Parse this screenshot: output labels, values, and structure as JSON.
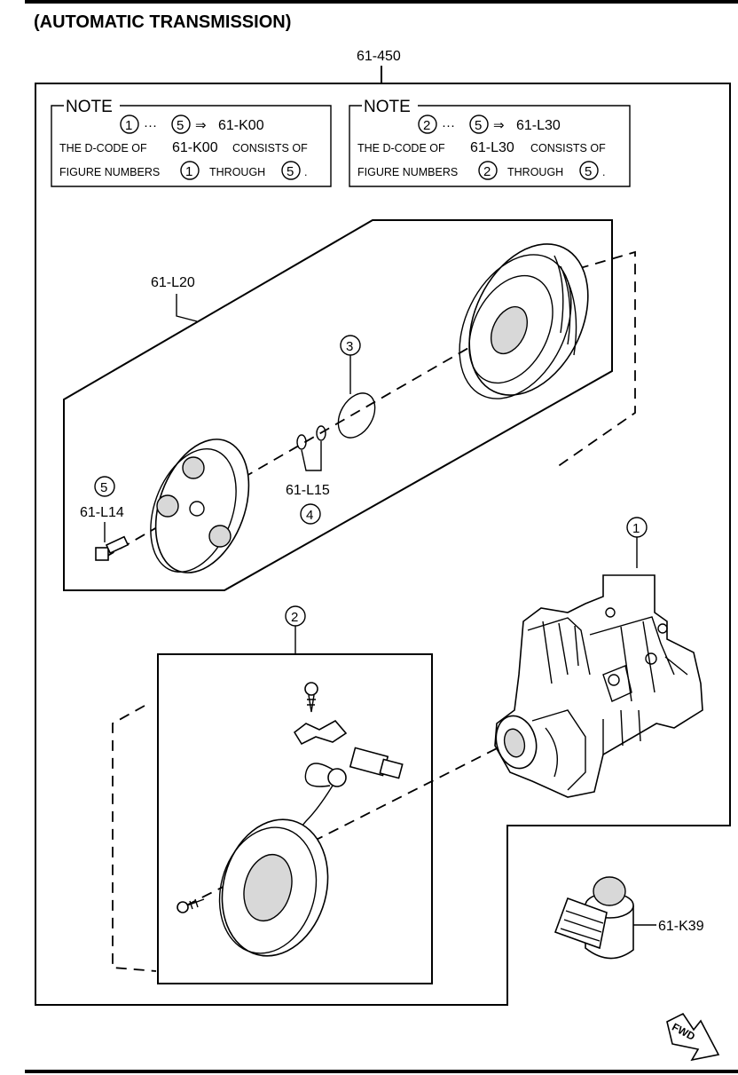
{
  "header": {
    "title": "(AUTOMATIC TRANSMISSION)"
  },
  "assembly_code": "61-450",
  "notes": [
    {
      "head": "NOTE",
      "from": "1",
      "range_sep": "···",
      "to": "5",
      "arrow": "⇒",
      "target": "61-K00",
      "line2_a": "THE D-CODE OF",
      "line2_code": "61-K00",
      "line2_b": "CONSISTS OF",
      "line3_a": "FIGURE NUMBERS",
      "line3_from": "1",
      "line3_mid": "THROUGH",
      "line3_to": "5",
      "line3_end": "."
    },
    {
      "head": "NOTE",
      "from": "2",
      "range_sep": "···",
      "to": "5",
      "arrow": "⇒",
      "target": "61-L30",
      "line2_a": "THE D-CODE OF",
      "line2_code": "61-L30",
      "line2_b": "CONSISTS OF",
      "line3_a": "FIGURE NUMBERS",
      "line3_from": "2",
      "line3_mid": "THROUGH",
      "line3_to": "5",
      "line3_end": "."
    }
  ],
  "callouts": {
    "clutch_kit": "61-L20",
    "item3": "3",
    "shims": "61-L15",
    "item4": "4",
    "item5": "5",
    "bolt": "61-L14",
    "item2": "2",
    "item1": "1",
    "oil": "61-K39"
  },
  "fwd": {
    "label": "FWD"
  }
}
